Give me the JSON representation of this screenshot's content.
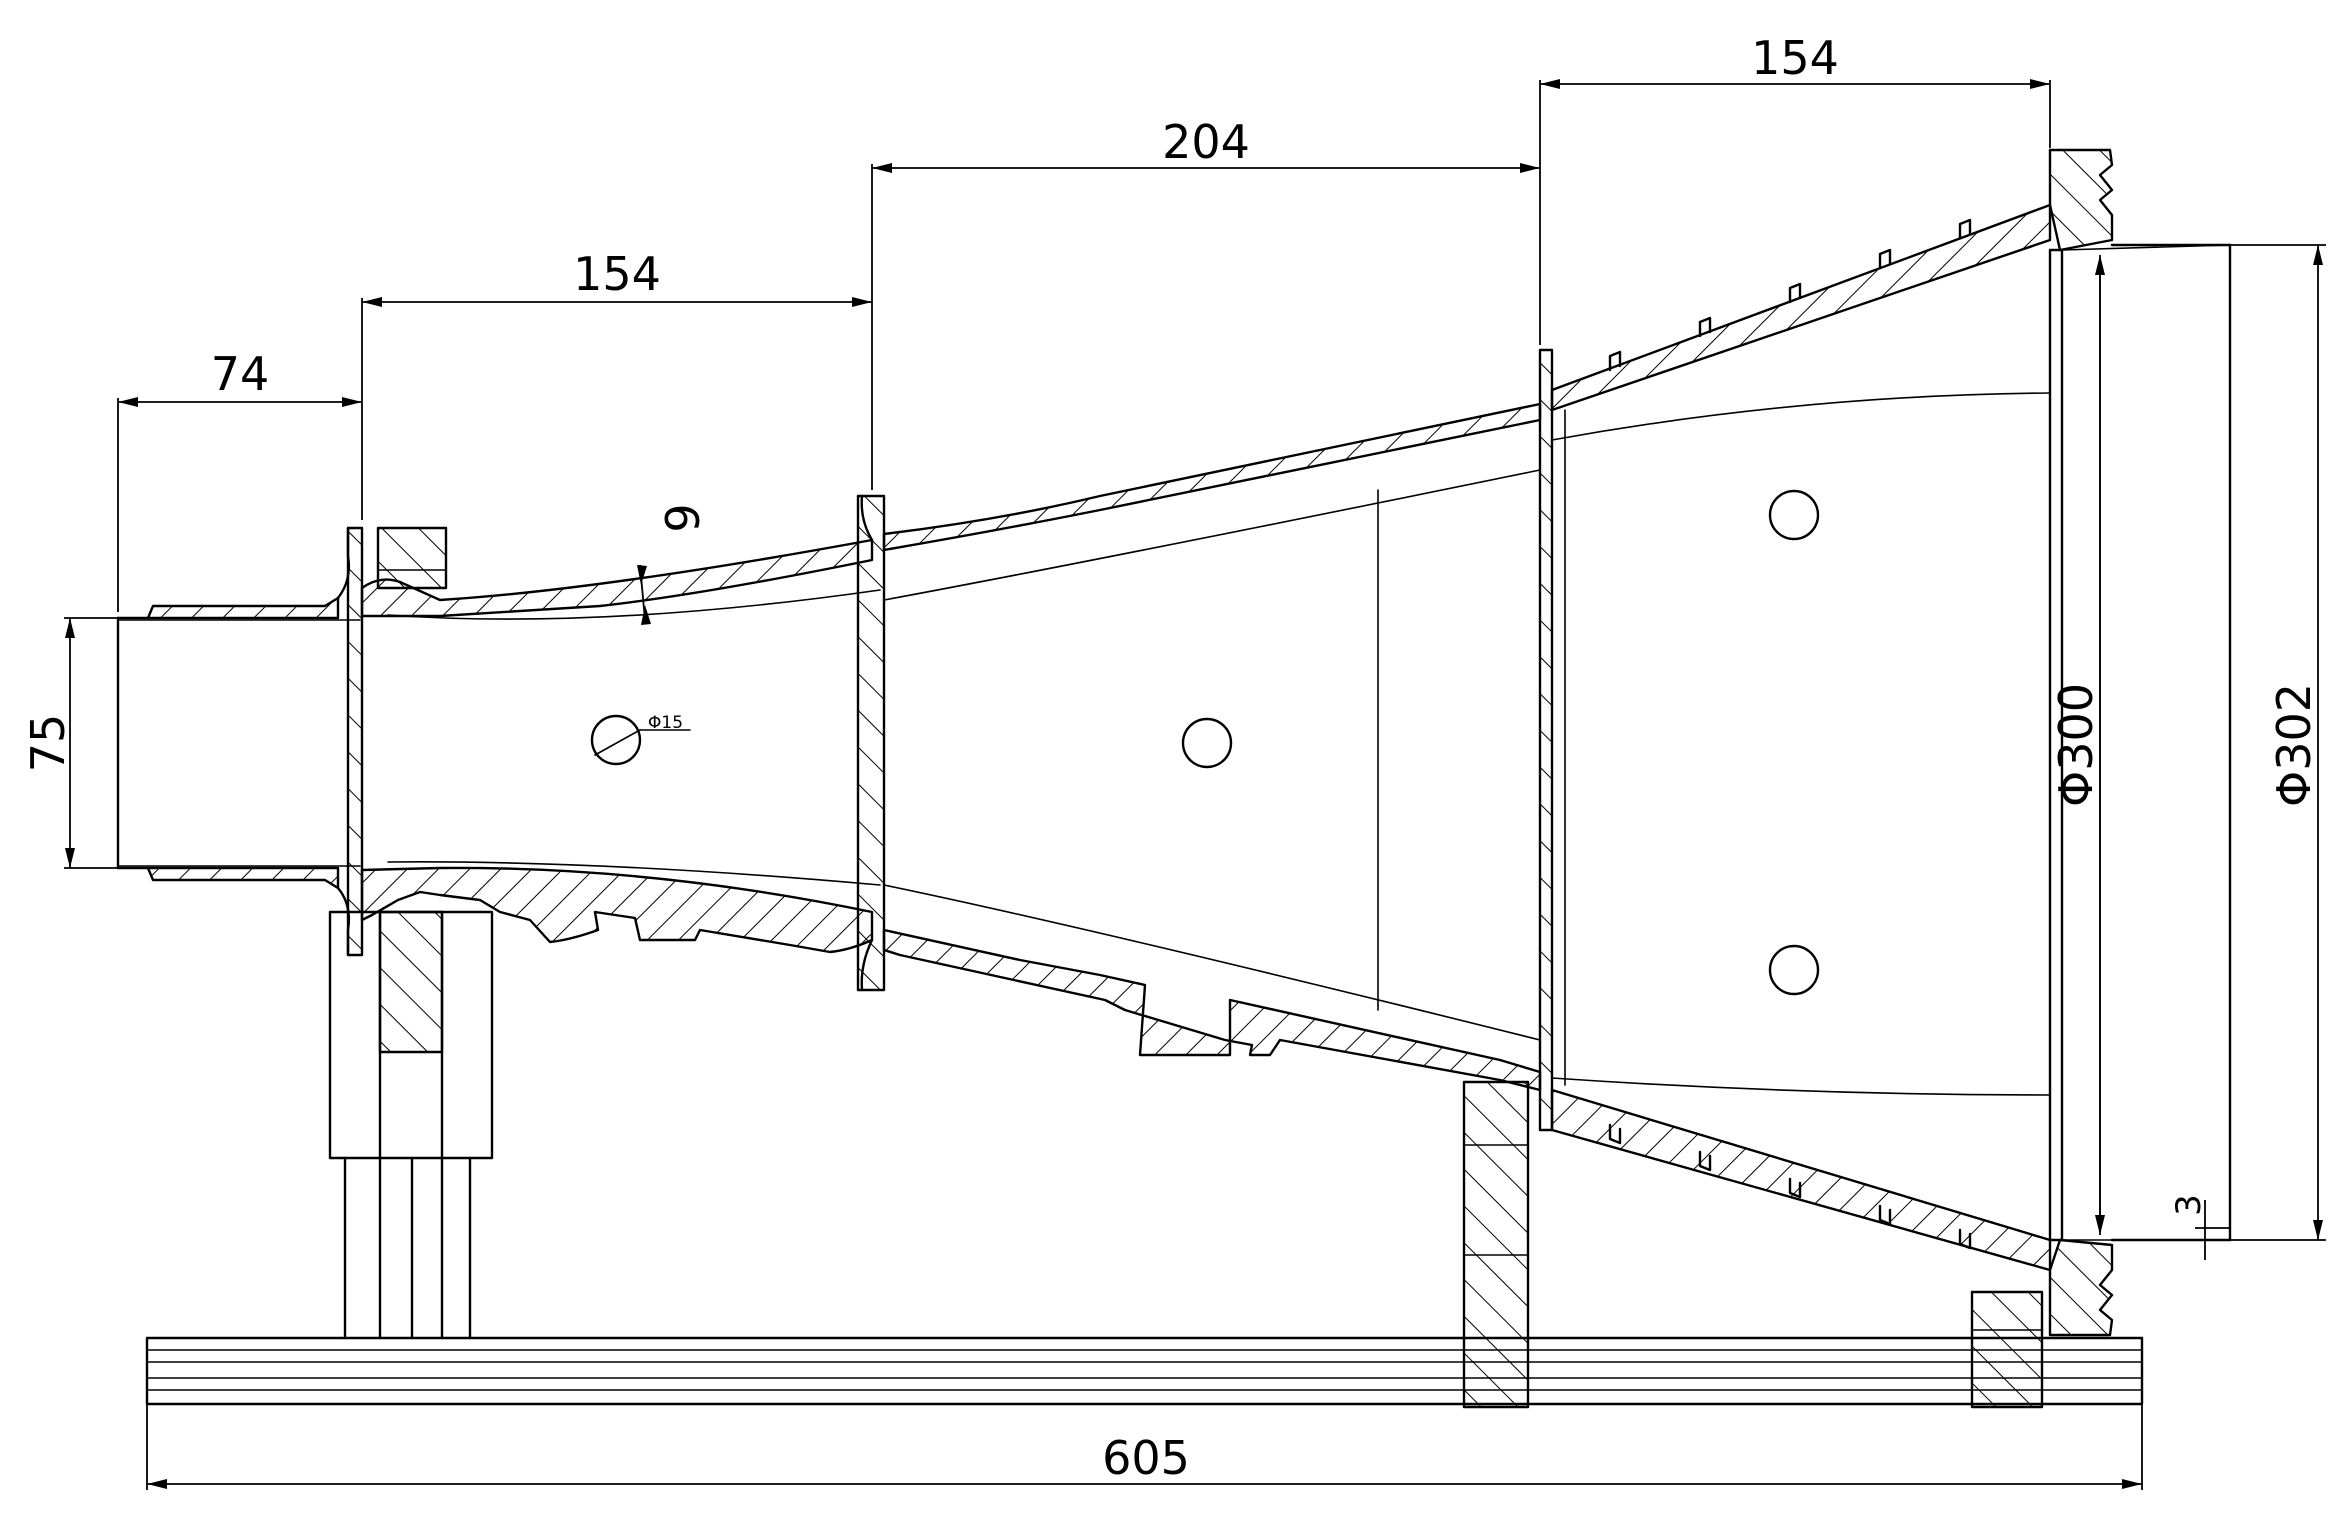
{
  "dimensions": {
    "total_length": "605",
    "section_1_length": "74",
    "section_2_length": "154",
    "section_3_length": "204",
    "section_4_length": "154",
    "inlet_diameter": "75",
    "wall_thickness": "6",
    "hole_diameter": "Φ15",
    "outlet_inner_diameter": "Φ300",
    "outlet_outer_diameter": "Φ302",
    "gap": "3"
  }
}
